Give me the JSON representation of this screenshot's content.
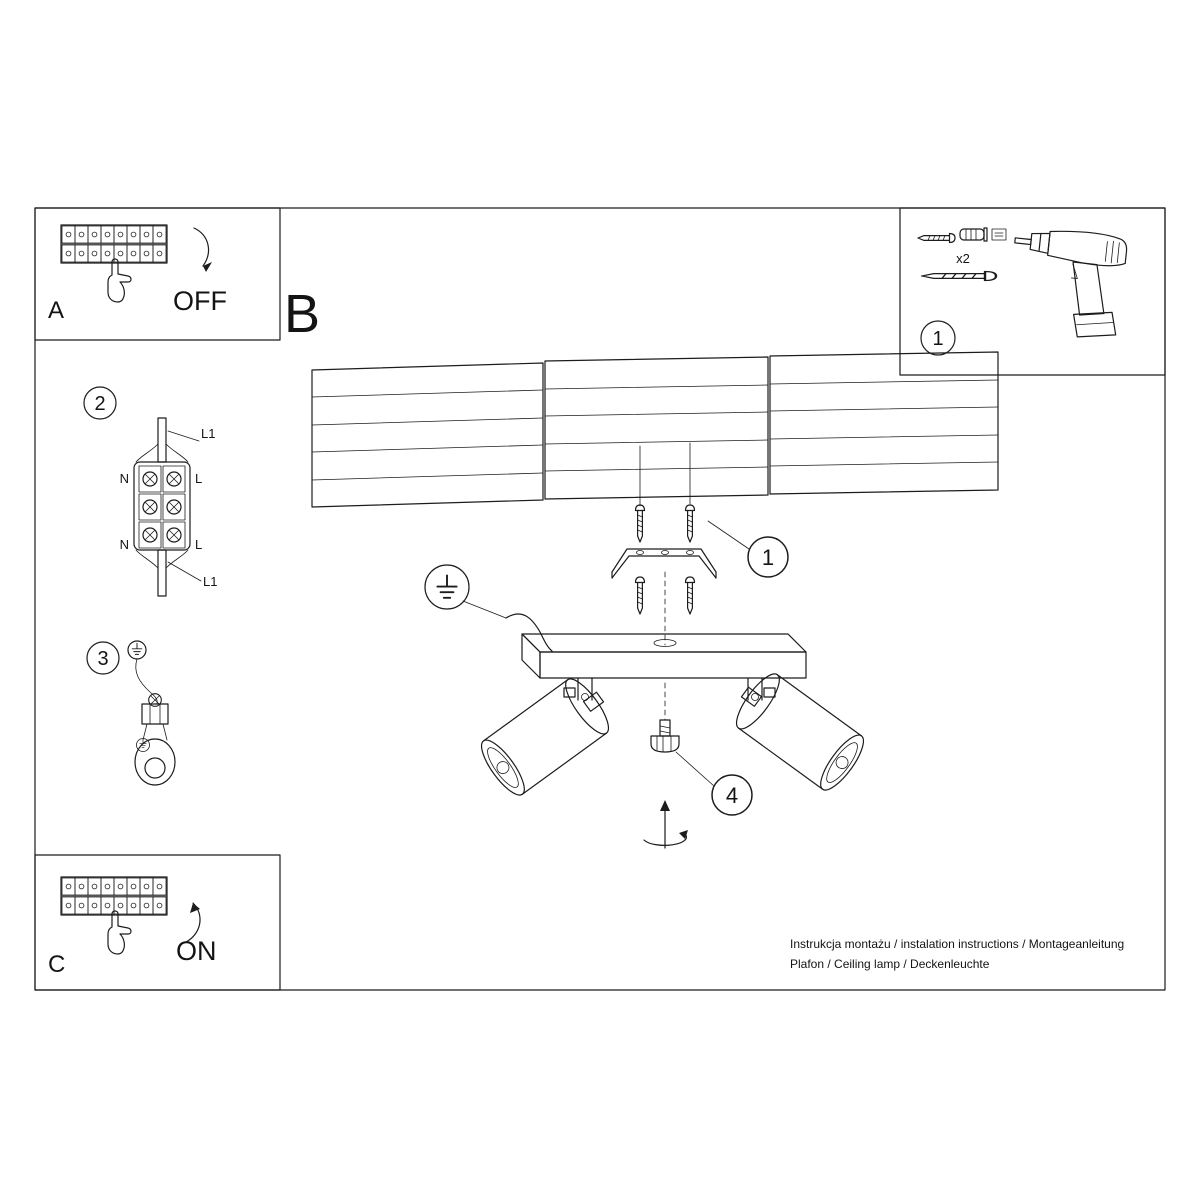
{
  "style": {
    "ink": "#1c1c1c",
    "background": "#ffffff"
  },
  "labels": {
    "section_a": "A",
    "section_b": "B",
    "section_c": "C",
    "off": "OFF",
    "on": "ON"
  },
  "tools": {
    "step": "1",
    "qty": "x2"
  },
  "steps": {
    "s1": "1",
    "s2": "2",
    "s3": "3",
    "s4": "4"
  },
  "wiring": {
    "top": "L1",
    "n_top": "N",
    "l_top": "L",
    "n_bottom": "N",
    "l_bottom": "L",
    "bottom": "L1"
  },
  "footer": {
    "line1": "Instrukcja montażu / instalation instructions / Montageanleitung",
    "line2": "Plafon / Ceiling lamp / Deckenleuchte"
  }
}
